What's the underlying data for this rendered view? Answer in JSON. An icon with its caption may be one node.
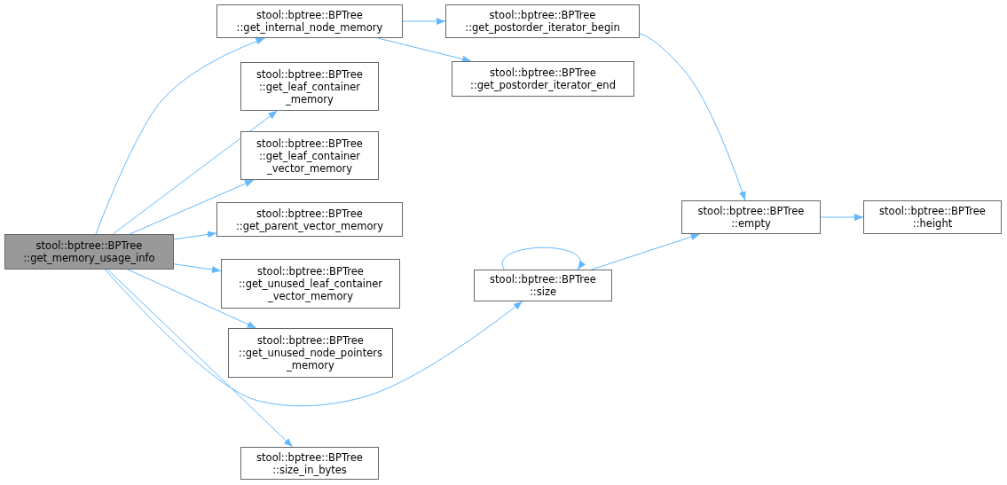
{
  "diagram": {
    "nodes": [
      {
        "text": [
          "stool::bptree::BPTree ::get_memory_usage_info"
        ]
      },
      {
        "text": [
          "stool::bptree::BPTree ::get_internal_node_memory"
        ]
      },
      {
        "text": [
          "stool::bptree::BPTree ::get_leaf_container _memory"
        ]
      },
      {
        "text": [
          "stool::bptree::BPTree ::get_leaf_container _vector_memory"
        ]
      },
      {
        "text": [
          "stool::bptree::BPTree ::get_parent_vector_memory"
        ]
      },
      {
        "text": [
          "stool::bptree::BPTree ::get_unused_leaf_container _vector_memory"
        ]
      },
      {
        "text": [
          "stool::bptree::BPTree ::get_unused_node_pointers _memory"
        ]
      },
      {
        "text": [
          "stool::bptree::BPTree ::size_in_bytes"
        ]
      },
      {
        "text": [
          "stool::bptree::BPTree ::get_postorder_iterator_begin"
        ]
      },
      {
        "text": [
          "stool::bptree::BPTree ::get_postorder_iterator_end"
        ]
      },
      {
        "text": [
          "stool::bptree::BPTree ::size"
        ]
      },
      {
        "text": [
          "stool::bptree::BPTree ::empty"
        ]
      },
      {
        "text": [
          "stool::bptree::BPTree ::height"
        ]
      }
    ],
    "edges": [
      {
        "from": 0,
        "to": 1,
        "arrow": "to"
      },
      {
        "from": 0,
        "to": 2,
        "arrow": "to"
      },
      {
        "from": 0,
        "to": 3,
        "arrow": "to"
      },
      {
        "from": 0,
        "to": 4,
        "arrow": "to"
      },
      {
        "from": 0,
        "to": 5,
        "arrow": "to"
      },
      {
        "from": 0,
        "to": 6,
        "arrow": "to"
      },
      {
        "from": 0,
        "to": 10,
        "arrow": "to"
      },
      {
        "from": 0,
        "to": 7,
        "arrow": "to"
      },
      {
        "from": 1,
        "to": 8,
        "arrow": "to"
      },
      {
        "from": 1,
        "to": 9,
        "arrow": "to"
      },
      {
        "from": 8,
        "to": 11,
        "arrow": "to"
      },
      {
        "from": 10,
        "to": 10,
        "arrow": "to"
      },
      {
        "from": 10,
        "to": 11,
        "arrow": "to"
      },
      {
        "from": 11,
        "to": 12,
        "arrow": "to"
      }
    ]
  }
}
